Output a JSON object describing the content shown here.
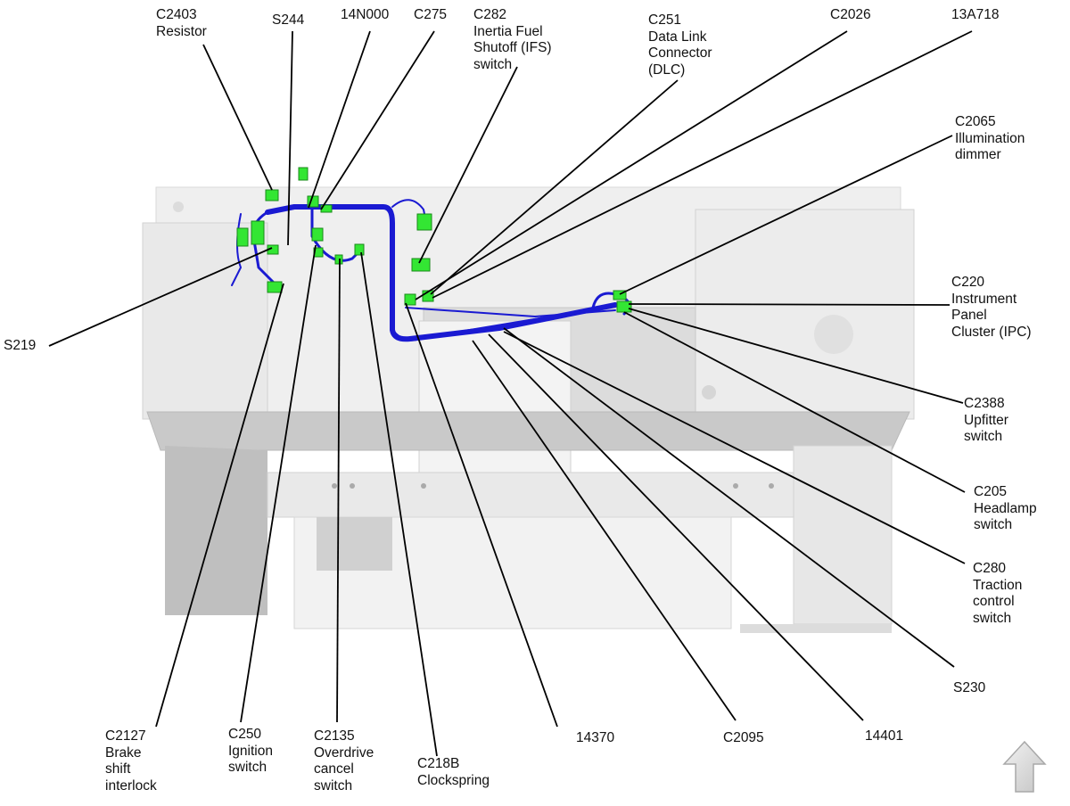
{
  "labels": {
    "c2403": "C2403\nResistor",
    "s244": "S244",
    "n14n000": "14N000",
    "c275": "C275",
    "c282": "C282\nInertia Fuel\nShutoff (IFS)\nswitch",
    "c251": "C251\nData Link\nConnector\n(DLC)",
    "c2026": "C2026",
    "n13a718": "13A718",
    "c2065": "C2065\nIllumination\ndimmer",
    "c220": "C220\nInstrument\nPanel\nCluster (IPC)",
    "s219": "S219",
    "c2388": "C2388\nUpfitter\nswitch",
    "c205": "C205\nHeadlamp\nswitch",
    "c280": "C280\nTraction\ncontrol\nswitch",
    "s230": "S230",
    "c2127": "C2127\nBrake\nshift\ninterlock",
    "c250": "C250\nIgnition\nswitch",
    "c2135": "C2135\nOverdrive\ncancel\nswitch",
    "c218b": "C218B\nClockspring",
    "n14370": "14370",
    "c2095": "C2095",
    "n14401": "14401"
  },
  "icons": {
    "nav": "up-arrow-icon"
  },
  "colors": {
    "harness": "#1a1ad2",
    "connector": "#33e633",
    "panel_light": "#eeeeee",
    "panel_mid": "#d6d6d6",
    "panel_dark": "#bdbdbd",
    "leader": "#000000"
  }
}
